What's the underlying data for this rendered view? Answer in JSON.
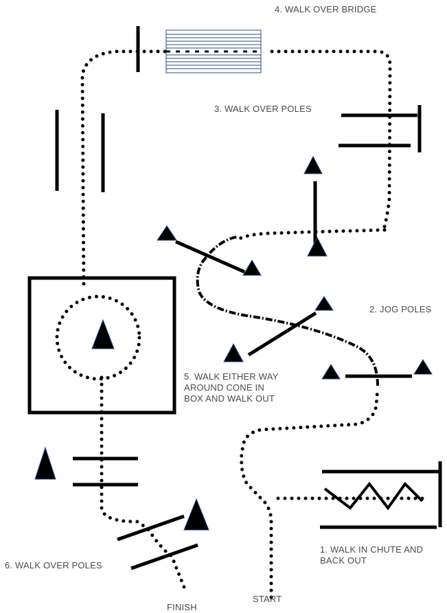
{
  "labels": {
    "bridge": "4. WALK OVER BRIDGE",
    "poles_top": "3. WALK OVER POLES",
    "jog_poles": "2.  JOG POLES",
    "box_line1": "5. WALK EITHER WAY",
    "box_line2": "AROUND CONE IN",
    "box_line3": "BOX AND WALK OUT",
    "chute_line1": "1. WALK IN CHUTE AND",
    "chute_line2": "BACK OUT",
    "poles_bottom": "6. WALK OVER POLES",
    "start": "START",
    "finish": "FINISH"
  },
  "colors": {
    "ink": "#000000",
    "bridge_lines": "#2b4a8a",
    "label_text": "#4a4a4a"
  }
}
